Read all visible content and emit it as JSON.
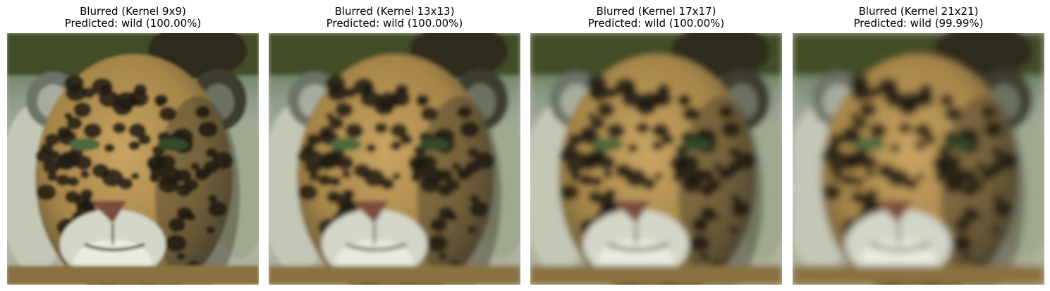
{
  "panels": [
    {
      "title_line1": "Blurred (Kernel 9x9)",
      "title_line2": "Predicted: wild (100.00%)",
      "blur": 2.2
    },
    {
      "title_line1": "Blurred (Kernel 13x13)",
      "title_line2": "Predicted: wild (100.00%)",
      "blur": 3.2
    },
    {
      "title_line1": "Blurred (Kernel 17x17)",
      "title_line2": "Predicted: wild (100.00%)",
      "blur": 4.2
    },
    {
      "title_line1": "Blurred (Kernel 21x21)",
      "title_line2": "Predicted: wild (99.99%)",
      "blur": 5.2
    }
  ],
  "image_subject": "jaguar-face-photo"
}
